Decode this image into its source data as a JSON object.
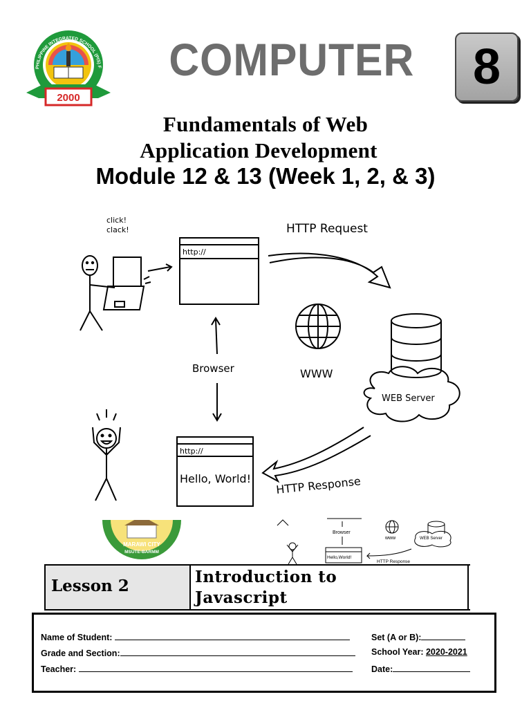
{
  "header": {
    "logo": {
      "ring_text": "PHILIPPINE INTEGRATED SCHOOL (PIS) FOUNDATION, INC",
      "year": "2000"
    },
    "subject": "COMPUTER",
    "grade": "8"
  },
  "titles": {
    "line1": "Fundamentals of Web",
    "line2": "Application Development",
    "module": "Module 12 & 13 (Week 1, 2, & 3)"
  },
  "diagram": {
    "click_text": [
      "click!",
      "clack!"
    ],
    "url_top": "http://",
    "url_bottom": "http://",
    "hello": "Hello, World!",
    "http_request": "HTTP Request",
    "http_response": "HTTP Response",
    "browser": "Browser",
    "www": "WWW",
    "web_server": "WEB Server"
  },
  "seal": {
    "text": "MARAWI CITY",
    "subtext": "MSUTE-BARMM"
  },
  "mini_diagram": {
    "browser": "Browser",
    "www": "www",
    "web_server": "WEB Server",
    "hello": "Hello,World!",
    "response": "HTTP Response"
  },
  "lesson": {
    "label": "Lesson 2",
    "title_line1": "Introduction to",
    "title_line2": "Javascript"
  },
  "form": {
    "name_label": "Name of Student:",
    "set_label": "Set (A or B):",
    "grade_label": "Grade and Section:",
    "year_label": "School Year:",
    "year_value": "2020-2021",
    "teacher_label": "Teacher:",
    "date_label": "Date:"
  },
  "colors": {
    "subject_gray": "#6d6d6d",
    "logo_green": "#1f9a3b",
    "logo_red": "#d62828",
    "seal_green": "#3a9a3a"
  }
}
